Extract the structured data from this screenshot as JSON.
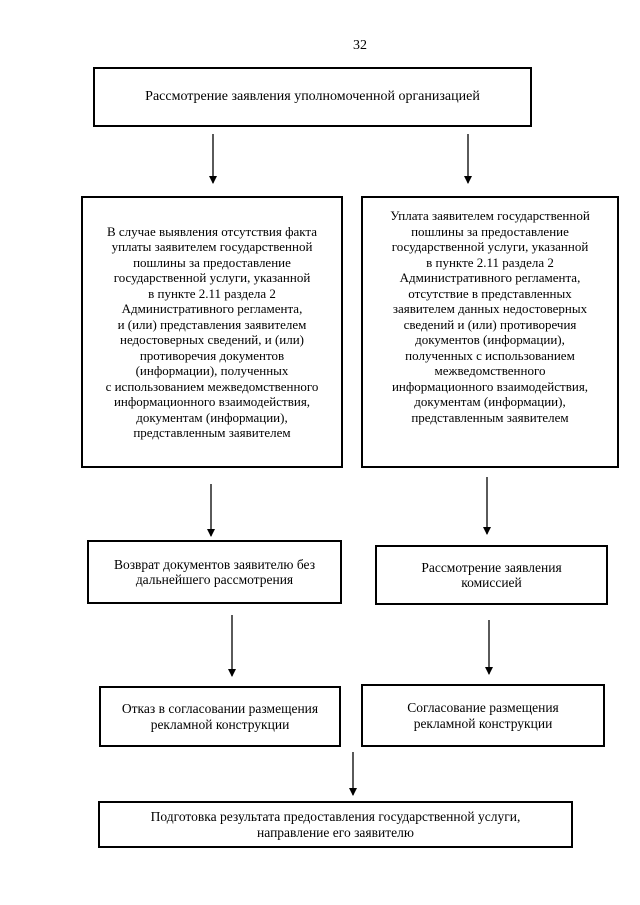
{
  "page_number": "32",
  "boxes": {
    "review": "Рассмотрение заявления уполномоченной организацией",
    "left_condition": "В случае выявления отсутствия факта\nуплаты заявителем государственной\nпошлины за предоставление\nгосударственной услуги, указанной\nв пункте 2.11 раздела 2\nАдминистративного регламента,\nи (или) представления заявителем\nнедостоверных сведений, и (или)\nпротиворечия документов\n(информации), полученных\nс использованием межведомственного\nинформационного взаимодействия,\nдокументам (информации),\nпредставленным заявителем",
    "right_condition": "Уплата заявителем государственной\nпошлины за предоставление\nгосударственной услуги, указанной\nв пункте 2.11 раздела 2\nАдминистративного регламента,\nотсутствие в представленных\nзаявителем данных недостоверных\nсведений и (или) противоречия\nдокументов (информации),\nполученных с использованием\nмежведомственного\nинформационного взаимодействия,\nдокументам (информации),\nпредставленным заявителем",
    "return_documents": "Возврат документов заявителю без\nдальнейшего рассмотрения",
    "commission_review": "Рассмотрение заявления\nкомиссией",
    "refusal": "Отказ в согласовании размещения\nрекламной конструкции",
    "approval": "Согласование размещения\nрекламной конструкции",
    "result": "Подготовка результата предоставления государственной услуги,\nнаправление его заявителю"
  }
}
